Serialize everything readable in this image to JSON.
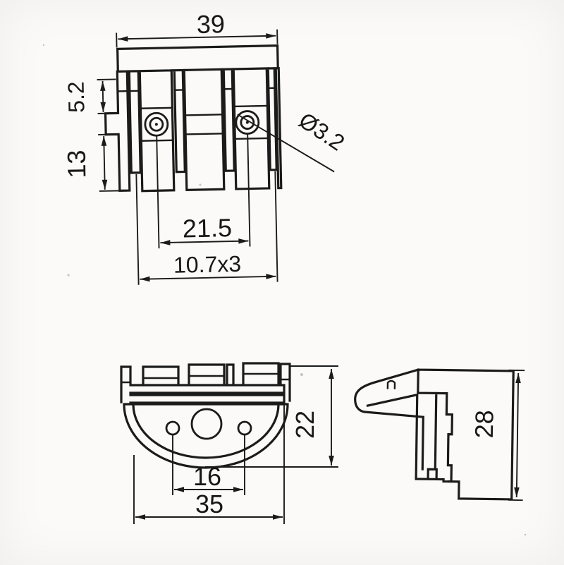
{
  "drawing": {
    "kind": "dimensioned three-view mechanical part drawing",
    "front_view": {
      "overall_width": "39",
      "upper_height": "5.2",
      "lower_height": "13",
      "hole_spacing": "21.5",
      "slot_pitch": "10.7x3",
      "hole_diameter": "Ø3.2"
    },
    "bottom_view": {
      "small_hole_spacing": "16",
      "overall_width": "35",
      "depth": "22"
    },
    "side_view": {
      "height": "28"
    }
  },
  "style": {
    "line_color": "#1b1b1b",
    "paper_color": "#fbfaf8",
    "text_color": "#171717"
  }
}
